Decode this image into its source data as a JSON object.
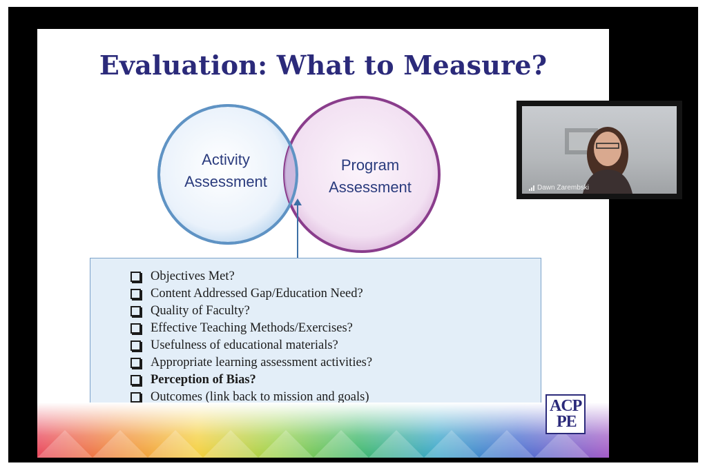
{
  "slide": {
    "title": "Evaluation: What to Measure?",
    "venn": {
      "left_label_line1": "Activity",
      "left_label_line2": "Assessment",
      "right_label_line1": "Program",
      "right_label_line2": "Assessment"
    },
    "criteria": [
      {
        "text": "Objectives Met?",
        "bold": false
      },
      {
        "text": "Content Addressed Gap/Education Need?",
        "bold": false
      },
      {
        "text": "Quality of Faculty?",
        "bold": false
      },
      {
        "text": "Effective Teaching Methods/Exercises?",
        "bold": false
      },
      {
        "text": "Usefulness of educational materials?",
        "bold": false
      },
      {
        "text": "Appropriate learning assessment activities?",
        "bold": false
      },
      {
        "text": "Perception of Bias?",
        "bold": true
      },
      {
        "text": "Outcomes (link back to mission and goals)",
        "bold": false
      }
    ],
    "logo": {
      "line1": "ACP",
      "line2": "PE"
    }
  },
  "participant": {
    "name": "Dawn Zarembski",
    "icon": "signal-strength-icon"
  },
  "colors": {
    "title": "#2b2a7a",
    "left_circle": "#6fa6d6",
    "right_circle": "#9a4f9a",
    "box_fill": "#e3eef8"
  }
}
